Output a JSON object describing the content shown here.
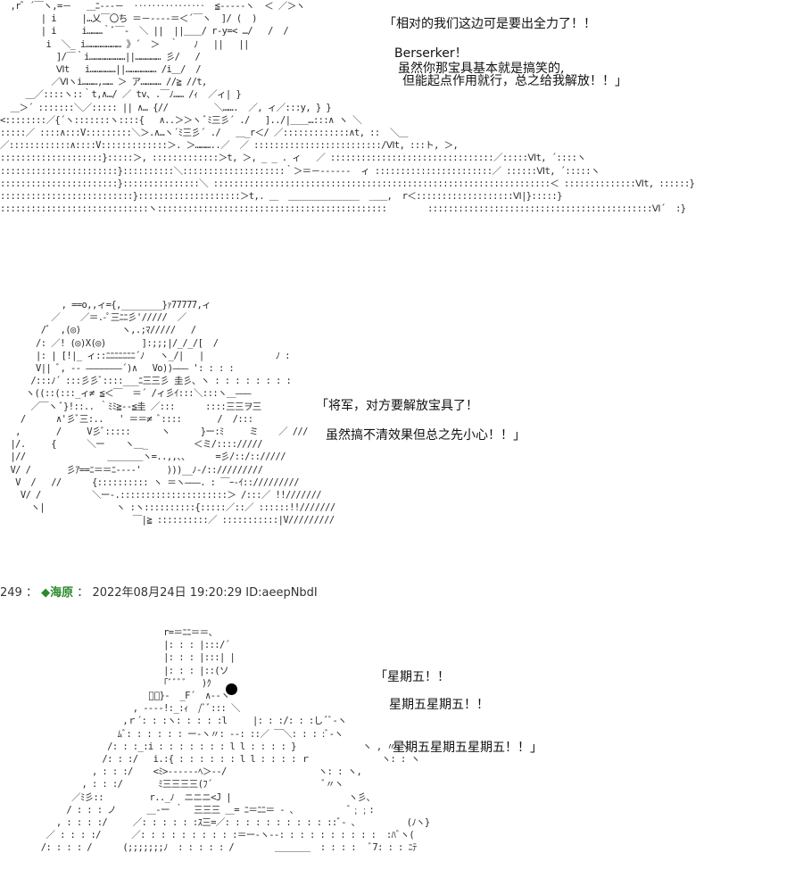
{
  "panel1": {
    "art": "  ,r゛´￣ヽ,=－   ＿ﾆ-‐‐－  ‥‥‥‥‥‥‥‥  ≦-‐‐‐‐ヽ  ＜ ／＞ヽ\n        | i     |…乂￣〇ち ＝－‐‐‐‐＝＜´￣ヽ  ]/ (  )\n        | i     i………｀ﾞ￣‐  ＼ ||  ||＿＿/ r-y=< …/   /  /\n         i  ＼_ i………………… 》´  ＞  ｀   ﾉ   ||   ||\n           ]/￣｀i…………………||…………… 彡/   /\n           Ⅵt   i……………||……………… /i＿/  /\n          ／Ⅵヽi………,…… ＞ ア………… //≧ //t,\n     ＿／::::ヽ::｀t,∧…/ ／ tv、.￣ﾉ…… /ｨ  ／ィ| }\n  ＿＞´ :::::::＼／::::: || ∧… {//         ＼…….  ／, ィ／:::y, } }\n<::::::::／{´ヽ:::::::ヽ::::{   ∧..＞＞ヽ ﾞﾐ三彡´ ./   ]../|＿＿…:::∧ ヽ ＼\n:::::／ ::::∧:::V:::::::::＼＞.∧…ヽ´ﾐ三彡´ ./   ＿_r＜/ ／:::::::::::::∧t, ::  ＼＿\n／::::::::::::∧::::V:::::::::::::＞. ＞………..／  ／ :::::::::::::::::::::::::/Ⅵt, :::ト, ＞,\n::::::::::::::::::::}:::::＞, :::::::::::::＞t, ＞, _ _ . ィ   ／ ::::::::::::::::::::::::::::::::／:::::Ⅵt, ´::::ヽ\n:::::::::::::::::::::::}::::::::::＼::::::::::::::::::::｀＞＝－‐‐‐‐‐‐  ィ :::::::::::::::::::::::／ ::::::Ⅵt, ´:::::ヽ\n:::::::::::::::::::::::}:::::::::::::::＼ ::::::::::::::::::::::::::::::::::::::::::::::::::::::::::::::::::＜ ::::::::::::::Ⅵt, ::::::}\n::::::::::::::::::::::::::}::::::::::::::::::::＞t,. ＿  ＿＿＿＿＿＿＿＿  ＿＿,  r＜:::::::::::::::::::Ⅵ|}:::::}\n:::::::::::::::::::::::::::::ヽ:::::::::::::::::::::::::::::::::::::::::::::        ::::::::::::::::::::::::::::::::::::::::::::Ⅵ´  :}",
    "lines": [
      "「相对的我们这边可是要出全力了！！",
      "Berserker！",
      "虽然你那宝具基本就是搞笑的,",
      "但能起点作用就行，总之给我解放！！」"
    ]
  },
  "panel2": {
    "art": "            , ==o,,ィ={,________}ｧ77777,ィ\n          ／    ／＝.-ﾟ三ﾆﾆ彡'/////  ／\n        /ﾞ  ,(◎)        ヽ,.;ﾏ/////   /\n       /: ／! (◎)X(◎)       ]:;;;|/_/_/[  /\n       |: | [!|_ ィ::ﾆﾆﾆﾆﾆﾆﾆ´ﾉ   ヽ_/|   |              ﾉ :\n       V|| ﾞ, -- ―――――――´)∧   Vo))――― ': : : :\n      /:::ﾉ´ :::彡彡ﾞ::::___ﾆ三三彡 圭彡、ヽ : : : : : : : :\n     ヽ((::(:::_ィ≠ ≦＜￣  ＝´ /ィ彡ｲ:::＼:::ヽ＿―――\n      ／￣ヽ ﾞ}!::.. ｀ﾐﾐ≧--≦圭 ／:::      ::::三三ヲ三\n    /      ∧'彡ﾞ三:..   ' ＝＝≠ ﾞ::::       /  /:::\n   ,       /     V彡ﾞ:::::      ヽ      }ー:ﾐ     ミ    ／ ///\n  |/.     {      ＼ー    ヽ＿_         ＜ミ/:::://///\n  |//                ＿＿＿＿ヽ=..,,、、     =彡/::/:://///\n  V/ /       彡ｱ==ﾆ＝＝ﾆ‐‐‐‐'     )))__ﾉ-/:://///////\n   V  /   //      {:::::::::: ヽ ＝ヽ―――. : ￣ｰ-ｲ:://///////\n    V/ /          ＼ー-.:::::::::::::::::::::＞ /:::／ !!///////\n      ヽ|              ヽ :ヽ::::::::::{:::::／::／ ::::::!!///////\n                          ￣|≧ ::::::::::／ :::::::::::|V/////////",
    "lines": [
      "「将军，对方要解放宝具了！",
      "虽然搞不清效果但总之先小心！！」"
    ]
  },
  "post": {
    "number": "249",
    "separator": "：",
    "name": "海原",
    "datetime": "2022年08月24日 19:20:29 ID:aeepNbdI"
  },
  "panel3": {
    "art": "                                r=＝ﾆﾆ＝＝、\n                                |: : : |:::/´\n                                |: : : |:::| |\n                                |: : : |::(ソ\n                                ｢ﾞﾞﾞﾞ   )ｸ\n                             ﾞﾞ}-  _F´  ∧--ヽ\n                          , ----!:_:ｨ  /ﾞﾞ::: ＼\n                        ,ｒ´: : :ヽ: : : : :l     |: : :/: : :し´ﾞ-ヽ\n                       ﾑﾞ: : : : : : ー‐ヽ〃: -‐: ::／ ￣＼: : : :ﾞ-ヽ\n                     /: : :_:i : : : : : : : l l : : : : }             ヽ , 〃:ヽ\n                    /: : :/   i.:{ : : : : : : l l : : : : ｒ              ヽ: : ヽ\n                  , : : :/    <ﾐ>-‐‐‐‐‐ﾍ＞‐‐/                  ヽ: : ヽ,\n                , : : :/       ﾐ三三三三(ﾌ´                      ﾞ〃ヽ\n              ／ﾐ彡::         r.._ﾉ  ニニニ<J |                       ヽ彡、\n             / : : : ノ      ＿-ー ｀  三三三 ＿= ﾆ＝ﾆﾆ＝ ‐ ､           ﾞ﹔﹔:\n           , : : : :/     ／: : : : : :ｽ三=／: : : : : : : : : : ::ﾞ- ､          (ﾉヽ}\n         ／ : : : :/      ／: : : : : : : : : :＝ー-ヽ--: : : : : : : : : :  :ﾊﾞヽ(\n        /: : : : /      (;;;;;;;ﾉ  : : : : : /        ＿＿＿＿  : : : :   ﾞ7: : : ﾆﾃ",
    "lines": [
      "「星期五！！",
      "星期五星期五！！",
      "星期五星期五星期五！！」"
    ]
  }
}
